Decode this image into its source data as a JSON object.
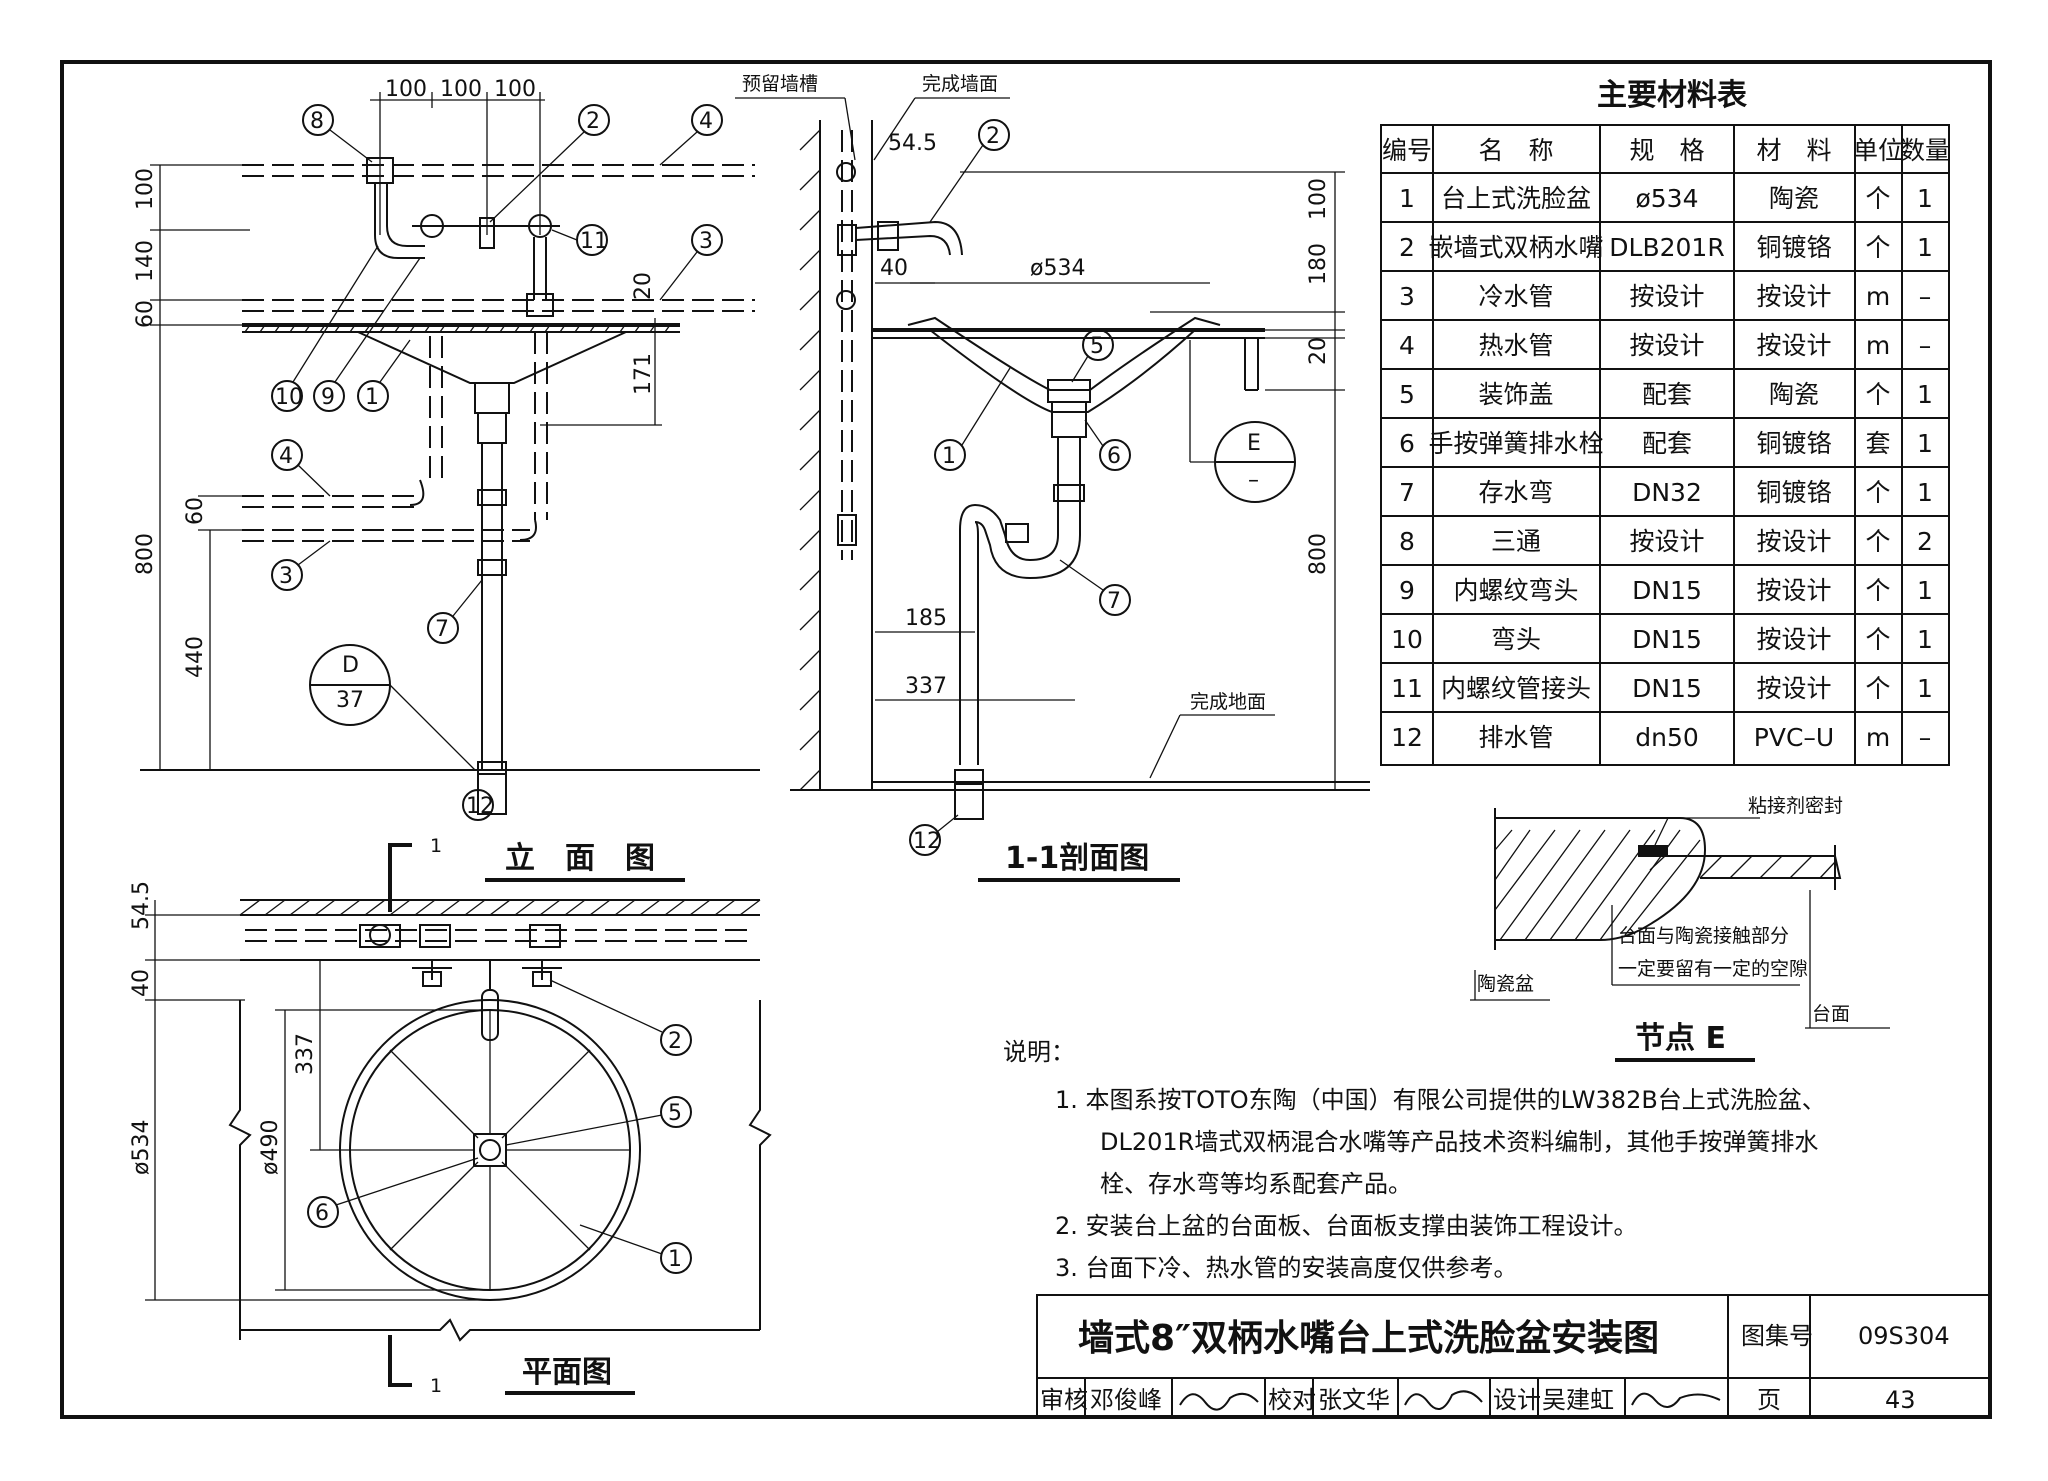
{
  "views": {
    "elevation": "立　面　图",
    "section": "1-1剖面图",
    "plan": "平面图",
    "node": "节点 E"
  },
  "section_marks": {
    "top": "1",
    "bottom": "1"
  },
  "elevation_dims": {
    "top": [
      "100",
      "100",
      "100"
    ],
    "left": [
      "100",
      "140",
      "60",
      "800",
      "60",
      "440"
    ],
    "right": [
      "20",
      "171"
    ]
  },
  "section_dims": {
    "labels": [
      "预留墙槽",
      "完成墙面",
      "完成地面"
    ],
    "values": [
      "54.5",
      "40",
      "ø534",
      "100",
      "180",
      "20",
      "800",
      "185",
      "337"
    ]
  },
  "plan_dims": [
    "54.5",
    "40",
    "337",
    "ø534",
    "ø490"
  ],
  "detail_refs": {
    "d": {
      "top": "D",
      "bottom": "37"
    },
    "e": {
      "top": "E",
      "bottom": "–"
    }
  },
  "node_e": {
    "labels": [
      "粘接剂密封",
      "台面与陶瓷接触部分",
      "一定要留有一定的空隙",
      "陶瓷盆",
      "台面"
    ]
  },
  "materials": {
    "title": "主要材料表",
    "headers": [
      "编号",
      "名　称",
      "规　格",
      "材　料",
      "单位",
      "数量"
    ],
    "rows": [
      [
        "1",
        "台上式洗脸盆",
        "ø534",
        "陶瓷",
        "个",
        "1"
      ],
      [
        "2",
        "嵌墙式双柄水嘴",
        "DLB201R",
        "铜镀铬",
        "个",
        "1"
      ],
      [
        "3",
        "冷水管",
        "按设计",
        "按设计",
        "m",
        "–"
      ],
      [
        "4",
        "热水管",
        "按设计",
        "按设计",
        "m",
        "–"
      ],
      [
        "5",
        "装饰盖",
        "配套",
        "陶瓷",
        "个",
        "1"
      ],
      [
        "6",
        "手按弹簧排水栓",
        "配套",
        "铜镀铬",
        "套",
        "1"
      ],
      [
        "7",
        "存水弯",
        "DN32",
        "铜镀铬",
        "个",
        "1"
      ],
      [
        "8",
        "三通",
        "按设计",
        "按设计",
        "个",
        "2"
      ],
      [
        "9",
        "内螺纹弯头",
        "DN15",
        "按设计",
        "个",
        "1"
      ],
      [
        "10",
        "弯头",
        "DN15",
        "按设计",
        "个",
        "1"
      ],
      [
        "11",
        "内螺纹管接头",
        "DN15",
        "按设计",
        "个",
        "1"
      ],
      [
        "12",
        "排水管",
        "dn50",
        "PVC–U",
        "m",
        "–"
      ]
    ]
  },
  "notes": {
    "heading": "说明：",
    "items": [
      "1. 本图系按TOTO东陶（中国）有限公司提供的LW382B台上式洗脸盆、",
      "DL201R墙式双柄混合水嘴等产品技术资料编制，其他手按弹簧排水",
      "栓、存水弯等均系配套产品。",
      "2. 安装台上盆的台面板、台面板支撑由装饰工程设计。",
      "3. 台面下冷、热水管的安装高度仅供参考。"
    ]
  },
  "title_block": {
    "drawing_title": "墙式8″双柄水嘴台上式洗脸盆安装图",
    "atlas_label": "图集号",
    "atlas_no": "09S304",
    "review_label": "审核",
    "reviewer": "邓俊峰",
    "check_label": "校对",
    "checker": "张文华",
    "design_label": "设计",
    "designer": "吴建虹",
    "page_label": "页",
    "page_no": "43"
  }
}
